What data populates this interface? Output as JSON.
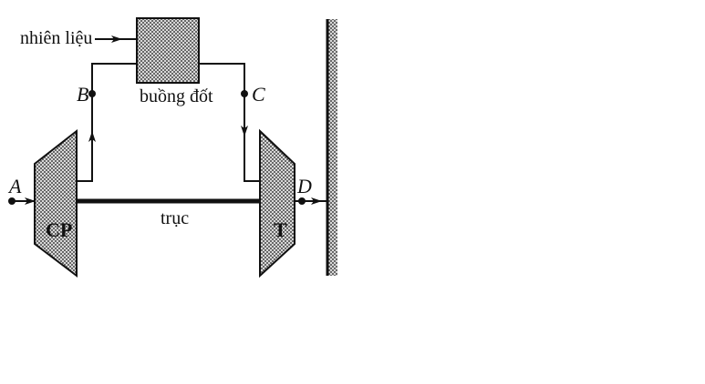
{
  "diagram": {
    "fuel_label": "nhiên liệu",
    "combustor_label": "buồng đốt",
    "shaft_label": "trục",
    "compressor_label": "CP",
    "turbine_label": "T",
    "point_a": "A",
    "point_b": "B",
    "point_c": "C",
    "point_d": "D"
  },
  "colors": {
    "ink": "#111111",
    "fill_dot": "#444444"
  }
}
